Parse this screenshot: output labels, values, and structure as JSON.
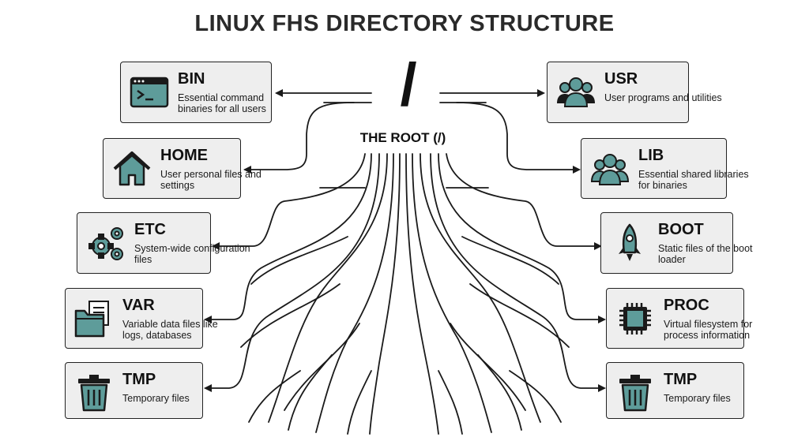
{
  "title": "LINUX FHS DIRECTORY STRUCTURE",
  "root": {
    "symbol": "/",
    "label": "THE ROOT (/)"
  },
  "colors": {
    "accent": "#5e9c9a",
    "box_bg": "#eeeeee",
    "stroke": "#1a1a1a"
  },
  "nodes": {
    "bin": {
      "name": "BIN",
      "desc": "Essential command binaries for all users",
      "icon": "terminal-icon"
    },
    "home": {
      "name": "HOME",
      "desc": "User personal files and settings",
      "icon": "house-icon"
    },
    "etc": {
      "name": "ETC",
      "desc": "System-wide configuration files",
      "icon": "gears-icon"
    },
    "var": {
      "name": "VAR",
      "desc": "Variable data files like logs, databases",
      "icon": "folder-documents-icon"
    },
    "tmp_left": {
      "name": "TMP",
      "desc": "Temporary files",
      "icon": "trash-can-icon"
    },
    "usr": {
      "name": "USR",
      "desc": "User programs and utilities",
      "icon": "users-group-icon"
    },
    "lib": {
      "name": "LIB",
      "desc": "Essential shared libraries for binaries",
      "icon": "people-group-icon"
    },
    "boot": {
      "name": "BOOT",
      "desc": "Static files of the boot loader",
      "icon": "rocket-icon"
    },
    "proc": {
      "name": "PROC",
      "desc": "Virtual filesystem for process information",
      "icon": "cpu-chip-icon"
    },
    "tmp_right": {
      "name": "TMP",
      "desc": "Temporary files",
      "icon": "trash-can-icon"
    }
  }
}
